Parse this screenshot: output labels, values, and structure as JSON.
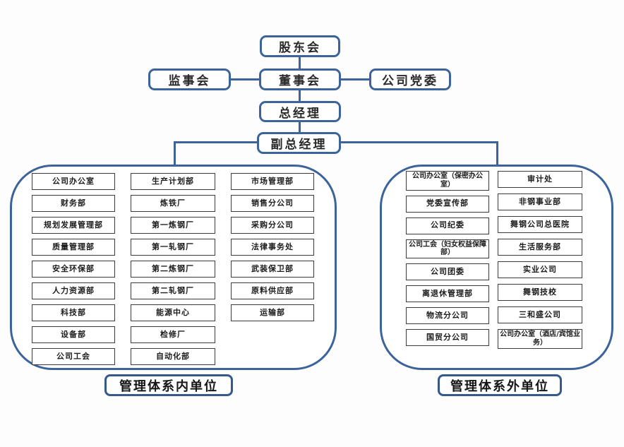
{
  "diagram": {
    "title_semantic": "company-organization-chart",
    "colors": {
      "line_blue": "#3c639a",
      "unit_border": "#3a3a3a",
      "text": "#1c1c1c",
      "background": "#fdfdfd"
    },
    "top_nodes": {
      "shareholders_meeting": "股东会",
      "supervisory_board": "监事会",
      "board_of_directors": "董事会",
      "party_committee": "公司党委",
      "general_manager": "总经理",
      "deputy_general_manager": "副总经理"
    },
    "left_group": {
      "label": "管理体系内单位",
      "columns": [
        [
          "公司办公室",
          "财务部",
          "规划发展管理部",
          "质量管理部",
          "安全环保部",
          "人力资源部",
          "科技部",
          "设备部",
          "公司工会"
        ],
        [
          "生产计划部",
          "炼铁厂",
          "第一炼钢厂",
          "第一轧钢厂",
          "第二炼钢厂",
          "第二轧钢厂",
          "能源中心",
          "检修厂",
          "自动化部"
        ],
        [
          "市场管理部",
          "销售分公司",
          "采购分公司",
          "法律事务处",
          "武装保卫部",
          "原料供应部",
          "运输部"
        ]
      ]
    },
    "right_group": {
      "label": "管理体系外单位",
      "columns": [
        [
          "公司办公室（保密办公室）",
          "党委宣传部",
          "公司纪委",
          "公司工会（妇女权益保障部）",
          "公司团委",
          "离退休管理部",
          "物流分公司",
          "国贸分公司"
        ],
        [
          "审计处",
          "非钢事业部",
          "舞钢公司总医院",
          "生活服务部",
          "实业公司",
          "舞钢技校",
          "三和盛公司",
          "公司办公室（酒店/宾馆业务）"
        ]
      ]
    }
  }
}
